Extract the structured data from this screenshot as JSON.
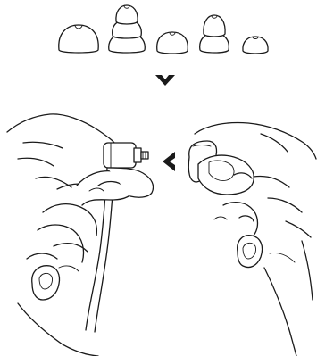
{
  "diagram": {
    "colors": {
      "ink": "#1a1a1a",
      "background": "#ffffff"
    },
    "ear_tips": [
      {
        "kind": "single-flange",
        "size": "large"
      },
      {
        "kind": "triple-flange",
        "size": "large"
      },
      {
        "kind": "single-flange",
        "size": "medium"
      },
      {
        "kind": "double-flange",
        "size": "medium"
      },
      {
        "kind": "single-flange",
        "size": "small"
      }
    ],
    "icons": {
      "down_arrow": "chevron-down-icon",
      "left_arrow": "chevron-left-icon"
    }
  }
}
